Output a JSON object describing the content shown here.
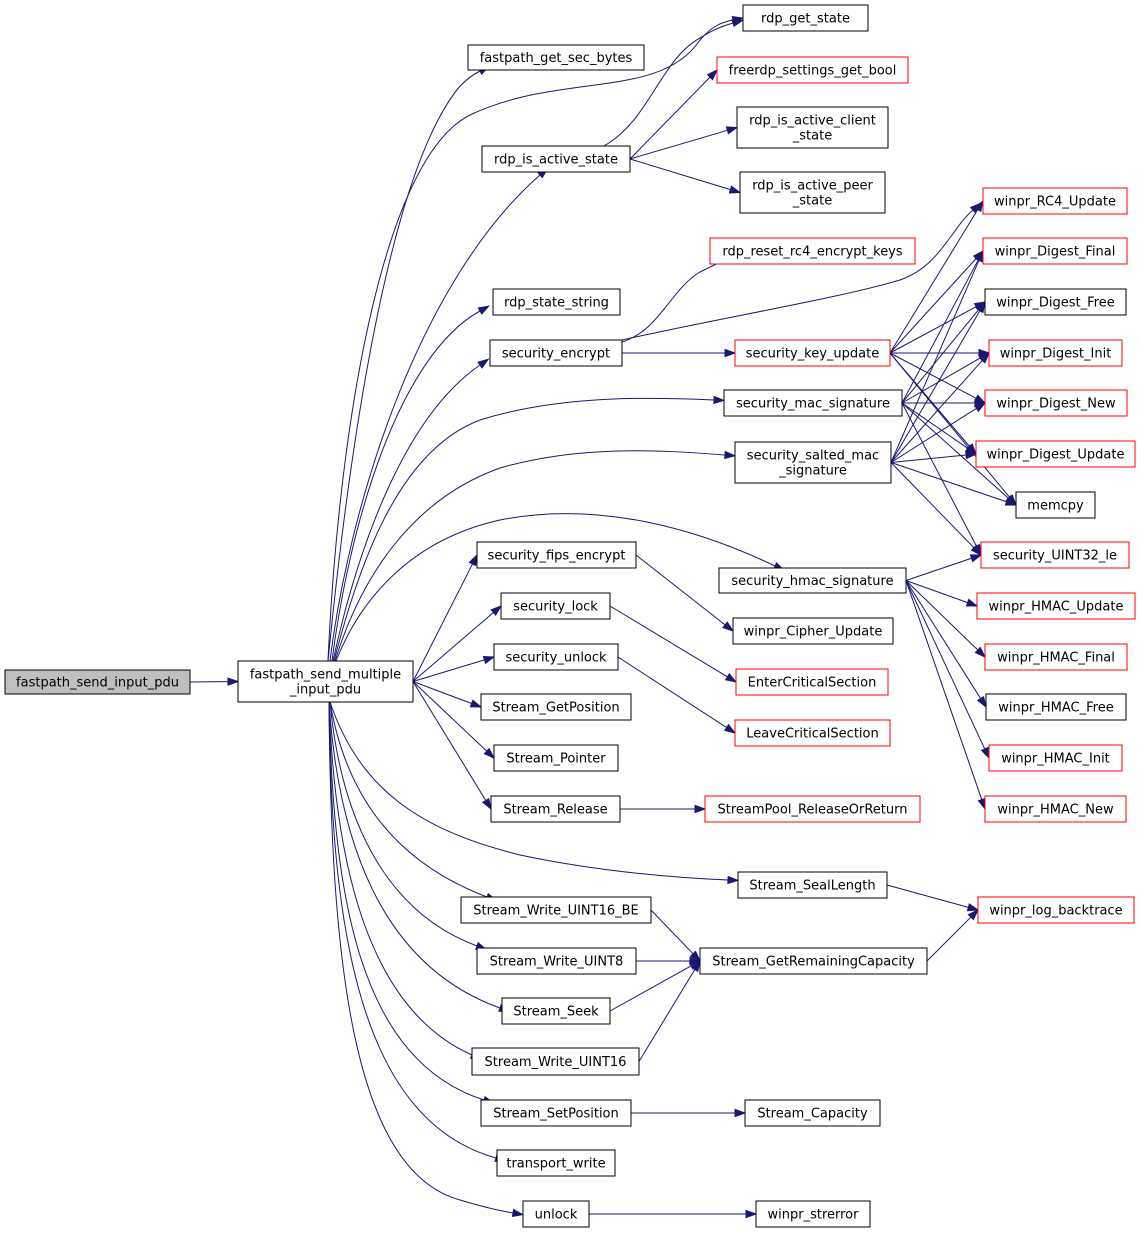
{
  "colors": {
    "edge": "#191970",
    "normal_border": "#000000",
    "incomplete_border": "#ff0000",
    "root_fill": "#bfbfbf",
    "node_fill": "#ffffff"
  },
  "graph": {
    "root": "fastpath_send_input_pdu",
    "nodes": [
      {
        "id": "fastpath_send_input_pdu",
        "lines": [
          "fastpath_send_input_pdu"
        ],
        "style": "root"
      },
      {
        "id": "fastpath_send_multiple_input_pdu",
        "lines": [
          "fastpath_send_multiple",
          "_input_pdu"
        ],
        "style": "normal"
      },
      {
        "id": "fastpath_get_sec_bytes",
        "lines": [
          "fastpath_get_sec_bytes"
        ],
        "style": "normal"
      },
      {
        "id": "rdp_is_active_state",
        "lines": [
          "rdp_is_active_state"
        ],
        "style": "normal"
      },
      {
        "id": "rdp_state_string",
        "lines": [
          "rdp_state_string"
        ],
        "style": "normal"
      },
      {
        "id": "security_encrypt",
        "lines": [
          "security_encrypt"
        ],
        "style": "normal"
      },
      {
        "id": "security_mac_signature",
        "lines": [
          "security_mac_signature"
        ],
        "style": "normal"
      },
      {
        "id": "security_salted_mac_signature",
        "lines": [
          "security_salted_mac",
          "_signature"
        ],
        "style": "normal"
      },
      {
        "id": "security_hmac_signature",
        "lines": [
          "security_hmac_signature"
        ],
        "style": "normal"
      },
      {
        "id": "security_fips_encrypt",
        "lines": [
          "security_fips_encrypt"
        ],
        "style": "normal"
      },
      {
        "id": "security_lock",
        "lines": [
          "security_lock"
        ],
        "style": "normal"
      },
      {
        "id": "security_unlock",
        "lines": [
          "security_unlock"
        ],
        "style": "normal"
      },
      {
        "id": "Stream_GetPosition",
        "lines": [
          "Stream_GetPosition"
        ],
        "style": "normal"
      },
      {
        "id": "Stream_Pointer",
        "lines": [
          "Stream_Pointer"
        ],
        "style": "normal"
      },
      {
        "id": "Stream_Release",
        "lines": [
          "Stream_Release"
        ],
        "style": "normal"
      },
      {
        "id": "Stream_SealLength",
        "lines": [
          "Stream_SealLength"
        ],
        "style": "normal"
      },
      {
        "id": "Stream_Write_UINT16_BE",
        "lines": [
          "Stream_Write_UINT16_BE"
        ],
        "style": "normal"
      },
      {
        "id": "Stream_Write_UINT8",
        "lines": [
          "Stream_Write_UINT8"
        ],
        "style": "normal"
      },
      {
        "id": "Stream_Seek",
        "lines": [
          "Stream_Seek"
        ],
        "style": "normal"
      },
      {
        "id": "Stream_Write_UINT16",
        "lines": [
          "Stream_Write_UINT16"
        ],
        "style": "normal"
      },
      {
        "id": "Stream_SetPosition",
        "lines": [
          "Stream_SetPosition"
        ],
        "style": "normal"
      },
      {
        "id": "transport_write",
        "lines": [
          "transport_write"
        ],
        "style": "normal"
      },
      {
        "id": "unlock",
        "lines": [
          "unlock"
        ],
        "style": "normal"
      },
      {
        "id": "rdp_get_state",
        "lines": [
          "rdp_get_state"
        ],
        "style": "normal"
      },
      {
        "id": "freerdp_settings_get_bool",
        "lines": [
          "freerdp_settings_get_bool"
        ],
        "style": "incomplete"
      },
      {
        "id": "rdp_is_active_client_state",
        "lines": [
          "rdp_is_active_client",
          "_state"
        ],
        "style": "normal"
      },
      {
        "id": "rdp_is_active_peer_state",
        "lines": [
          "rdp_is_active_peer",
          "_state"
        ],
        "style": "normal"
      },
      {
        "id": "rdp_reset_rc4_encrypt_keys",
        "lines": [
          "rdp_reset_rc4_encrypt_keys"
        ],
        "style": "incomplete"
      },
      {
        "id": "security_key_update",
        "lines": [
          "security_key_update"
        ],
        "style": "incomplete"
      },
      {
        "id": "winpr_Cipher_Update",
        "lines": [
          "winpr_Cipher_Update"
        ],
        "style": "normal"
      },
      {
        "id": "EnterCriticalSection",
        "lines": [
          "EnterCriticalSection"
        ],
        "style": "incomplete"
      },
      {
        "id": "LeaveCriticalSection",
        "lines": [
          "LeaveCriticalSection"
        ],
        "style": "incomplete"
      },
      {
        "id": "StreamPool_ReleaseOrReturn",
        "lines": [
          "StreamPool_ReleaseOrReturn"
        ],
        "style": "incomplete"
      },
      {
        "id": "Stream_GetRemainingCapacity",
        "lines": [
          "Stream_GetRemainingCapacity"
        ],
        "style": "normal"
      },
      {
        "id": "Stream_Capacity",
        "lines": [
          "Stream_Capacity"
        ],
        "style": "normal"
      },
      {
        "id": "winpr_strerror",
        "lines": [
          "winpr_strerror"
        ],
        "style": "normal"
      },
      {
        "id": "winpr_RC4_Update",
        "lines": [
          "winpr_RC4_Update"
        ],
        "style": "incomplete"
      },
      {
        "id": "winpr_Digest_Final",
        "lines": [
          "winpr_Digest_Final"
        ],
        "style": "incomplete"
      },
      {
        "id": "winpr_Digest_Free",
        "lines": [
          "winpr_Digest_Free"
        ],
        "style": "normal"
      },
      {
        "id": "winpr_Digest_Init",
        "lines": [
          "winpr_Digest_Init"
        ],
        "style": "incomplete"
      },
      {
        "id": "winpr_Digest_New",
        "lines": [
          "winpr_Digest_New"
        ],
        "style": "incomplete"
      },
      {
        "id": "winpr_Digest_Update",
        "lines": [
          "winpr_Digest_Update"
        ],
        "style": "incomplete"
      },
      {
        "id": "memcpy",
        "lines": [
          "memcpy"
        ],
        "style": "normal"
      },
      {
        "id": "security_UINT32_le",
        "lines": [
          "security_UINT32_le"
        ],
        "style": "incomplete"
      },
      {
        "id": "winpr_HMAC_Update",
        "lines": [
          "winpr_HMAC_Update"
        ],
        "style": "incomplete"
      },
      {
        "id": "winpr_HMAC_Final",
        "lines": [
          "winpr_HMAC_Final"
        ],
        "style": "incomplete"
      },
      {
        "id": "winpr_HMAC_Free",
        "lines": [
          "winpr_HMAC_Free"
        ],
        "style": "normal"
      },
      {
        "id": "winpr_HMAC_Init",
        "lines": [
          "winpr_HMAC_Init"
        ],
        "style": "incomplete"
      },
      {
        "id": "winpr_HMAC_New",
        "lines": [
          "winpr_HMAC_New"
        ],
        "style": "incomplete"
      },
      {
        "id": "winpr_log_backtrace",
        "lines": [
          "winpr_log_backtrace"
        ],
        "style": "incomplete"
      }
    ],
    "edges": [
      [
        "fastpath_send_input_pdu",
        "fastpath_send_multiple_input_pdu"
      ],
      [
        "fastpath_send_multiple_input_pdu",
        "fastpath_get_sec_bytes"
      ],
      [
        "fastpath_send_multiple_input_pdu",
        "rdp_get_state"
      ],
      [
        "fastpath_send_multiple_input_pdu",
        "rdp_is_active_state"
      ],
      [
        "fastpath_send_multiple_input_pdu",
        "rdp_state_string"
      ],
      [
        "fastpath_send_multiple_input_pdu",
        "security_encrypt"
      ],
      [
        "fastpath_send_multiple_input_pdu",
        "security_mac_signature"
      ],
      [
        "fastpath_send_multiple_input_pdu",
        "security_salted_mac_signature"
      ],
      [
        "fastpath_send_multiple_input_pdu",
        "security_hmac_signature"
      ],
      [
        "fastpath_send_multiple_input_pdu",
        "security_fips_encrypt"
      ],
      [
        "fastpath_send_multiple_input_pdu",
        "security_lock"
      ],
      [
        "fastpath_send_multiple_input_pdu",
        "security_unlock"
      ],
      [
        "fastpath_send_multiple_input_pdu",
        "Stream_GetPosition"
      ],
      [
        "fastpath_send_multiple_input_pdu",
        "Stream_Pointer"
      ],
      [
        "fastpath_send_multiple_input_pdu",
        "Stream_Release"
      ],
      [
        "fastpath_send_multiple_input_pdu",
        "Stream_SealLength"
      ],
      [
        "fastpath_send_multiple_input_pdu",
        "Stream_Write_UINT16_BE"
      ],
      [
        "fastpath_send_multiple_input_pdu",
        "Stream_Write_UINT8"
      ],
      [
        "fastpath_send_multiple_input_pdu",
        "Stream_Seek"
      ],
      [
        "fastpath_send_multiple_input_pdu",
        "Stream_Write_UINT16"
      ],
      [
        "fastpath_send_multiple_input_pdu",
        "Stream_SetPosition"
      ],
      [
        "fastpath_send_multiple_input_pdu",
        "transport_write"
      ],
      [
        "fastpath_send_multiple_input_pdu",
        "unlock"
      ],
      [
        "rdp_is_active_state",
        "rdp_get_state"
      ],
      [
        "rdp_is_active_state",
        "freerdp_settings_get_bool"
      ],
      [
        "rdp_is_active_state",
        "rdp_is_active_client_state"
      ],
      [
        "rdp_is_active_state",
        "rdp_is_active_peer_state"
      ],
      [
        "security_encrypt",
        "rdp_reset_rc4_encrypt_keys"
      ],
      [
        "security_encrypt",
        "security_key_update"
      ],
      [
        "security_encrypt",
        "winpr_RC4_Update"
      ],
      [
        "security_key_update",
        "winpr_RC4_Update"
      ],
      [
        "security_key_update",
        "winpr_Digest_Final"
      ],
      [
        "security_key_update",
        "winpr_Digest_Free"
      ],
      [
        "security_key_update",
        "winpr_Digest_Init"
      ],
      [
        "security_key_update",
        "winpr_Digest_New"
      ],
      [
        "security_key_update",
        "winpr_Digest_Update"
      ],
      [
        "security_key_update",
        "memcpy"
      ],
      [
        "security_mac_signature",
        "winpr_Digest_Final"
      ],
      [
        "security_mac_signature",
        "winpr_Digest_Free"
      ],
      [
        "security_mac_signature",
        "winpr_Digest_Init"
      ],
      [
        "security_mac_signature",
        "winpr_Digest_New"
      ],
      [
        "security_mac_signature",
        "winpr_Digest_Update"
      ],
      [
        "security_mac_signature",
        "memcpy"
      ],
      [
        "security_mac_signature",
        "security_UINT32_le"
      ],
      [
        "security_salted_mac_signature",
        "winpr_Digest_Final"
      ],
      [
        "security_salted_mac_signature",
        "winpr_Digest_Free"
      ],
      [
        "security_salted_mac_signature",
        "winpr_Digest_Init"
      ],
      [
        "security_salted_mac_signature",
        "winpr_Digest_New"
      ],
      [
        "security_salted_mac_signature",
        "winpr_Digest_Update"
      ],
      [
        "security_salted_mac_signature",
        "memcpy"
      ],
      [
        "security_salted_mac_signature",
        "security_UINT32_le"
      ],
      [
        "security_hmac_signature",
        "security_UINT32_le"
      ],
      [
        "security_hmac_signature",
        "winpr_HMAC_Update"
      ],
      [
        "security_hmac_signature",
        "winpr_HMAC_Final"
      ],
      [
        "security_hmac_signature",
        "winpr_HMAC_Free"
      ],
      [
        "security_hmac_signature",
        "winpr_HMAC_Init"
      ],
      [
        "security_hmac_signature",
        "winpr_HMAC_New"
      ],
      [
        "security_fips_encrypt",
        "winpr_Cipher_Update"
      ],
      [
        "security_lock",
        "EnterCriticalSection"
      ],
      [
        "security_unlock",
        "LeaveCriticalSection"
      ],
      [
        "Stream_Release",
        "StreamPool_ReleaseOrReturn"
      ],
      [
        "Stream_SealLength",
        "winpr_log_backtrace"
      ],
      [
        "Stream_Write_UINT16_BE",
        "Stream_GetRemainingCapacity"
      ],
      [
        "Stream_Write_UINT8",
        "Stream_GetRemainingCapacity"
      ],
      [
        "Stream_Seek",
        "Stream_GetRemainingCapacity"
      ],
      [
        "Stream_Write_UINT16",
        "Stream_GetRemainingCapacity"
      ],
      [
        "Stream_GetRemainingCapacity",
        "winpr_log_backtrace"
      ],
      [
        "Stream_SetPosition",
        "Stream_Capacity"
      ],
      [
        "unlock",
        "winpr_strerror"
      ]
    ]
  }
}
